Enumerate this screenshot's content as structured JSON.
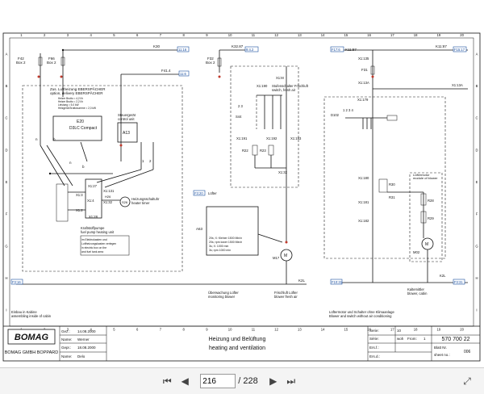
{
  "schematic": {
    "tags": {
      "k30": "K30",
      "k30ref": "11:16",
      "f414": "F41.4",
      "f414ref": "11:6",
      "k3287": "K32.87",
      "k3287ref": "9:4.2",
      "k1187a": "K11:87",
      "k1187aref": "F17:6",
      "k1187b": "K11:87",
      "k1187bref": "F15:17",
      "lufter": "Lüfter",
      "lufterref": "F3:20",
      "bottom_left": "F3:16",
      "bottom_right_a": "F10:31",
      "bottom_right_b": "F3:31"
    },
    "fuses": {
      "f42": "F42",
      "f42b": "Box 2",
      "f66": "F66",
      "f66b": "Box 2",
      "f32": "F32",
      "f32b": "Box 2",
      "f31": "F31"
    },
    "zh_title": "Zus. Luftheizung EBERSPÄCHER",
    "zh_title_en": "option, delivery EBERSPÄCHER",
    "zh_lines": [
      "Heizer Brutto = 4,2 l/h",
      "Heizer Brutto = 2,2 l/h",
      "Leistung = 5,0 kW",
      "Heizgerät Bruttosumme = 2,0 kW"
    ],
    "e20": "E20",
    "d3lc": "D3LC Compact",
    "a13": "A13",
    "steuer": "Steuergerät",
    "steuer_en": "control unit",
    "x127": "X1:27",
    "x131": "X1:131",
    "x14": "X1:4",
    "x13": "X1:3",
    "x132": "X1:32",
    "x128": "X1:28",
    "x12": "X1:2",
    "s26": "S26",
    "h26": "H26",
    "hzs": "Heizungsschaltuhr",
    "hzs_en": "heater timer",
    "kraft": "Kraftstoffpumpe",
    "kraft_en": "fuel pump heating unit",
    "elektro": [
      "im Elektrokasten und",
      "Luftheizungskasten verlegen",
      "in electric box on the",
      "and fuel tank area"
    ],
    "wire_n": "n",
    "wire_b": "b",
    "x1m": "X1:M",
    "x1190": "X1:190",
    "x1191": "X1:191",
    "x1192": "X1:192",
    "x1193": "X1:193",
    "x132b": "X1:32",
    "stufen": "Stufenschalter Frischluft",
    "stufen_en": "switch, fresh air",
    "s44": "S44",
    "r22": "R22",
    "r23": "R23",
    "a63": "A63",
    "m17": "M17",
    "m": "M",
    "monitor_lines": [
      "20s; X: Kleiner 1500  Min/n",
      "20s; rpm lower 1500  Min/n",
      "3s; X: 1000 min",
      "3s; rpm 1000 min"
    ],
    "uberw": "Überwachung Lüfter",
    "uberw_en": "monitoring blower",
    "frisch": "Frischluft Lüfter",
    "frisch_en": "blower fresh air",
    "x1135": "X1:135",
    "x113a": "X1:13A",
    "x1179": "X1:179",
    "x1180": "X1:180",
    "x1181": "X1:181",
    "x1182": "X1:182",
    "d102": "D102",
    "r30": "R30",
    "r31": "R31",
    "r28": "R28",
    "r29": "R29",
    "m02": "M02",
    "luft_motor": "Lüftermotor",
    "luft_motor_en": "module of blower",
    "kalte": "Kaltemittler",
    "kalte_en": "blower, cabin",
    "bot_left": "Einbau in Kabine",
    "bot_left_en": "assembling inside of cabin",
    "bot_right": "Lüftermotor und Schalter      ohne Klimaanlage",
    "bot_right_en": "Blower and switch without air conditioning",
    "k2x": "K2L",
    "k2x2": "K2L",
    "col_numbers": [
      "1",
      "2",
      "3",
      "4",
      "5",
      "6",
      "7",
      "8",
      "9",
      "10",
      "11",
      "12",
      "13",
      "14",
      "15",
      "16",
      "17",
      "18",
      "19",
      "20"
    ],
    "row_letters": [
      "A",
      "B",
      "C",
      "D",
      "E",
      "F",
      "G",
      "H",
      "I"
    ]
  },
  "titleblock": {
    "logo": "BOMAG",
    "company": "BOMAG GMBH BOPPARD",
    "r1": [
      "Gez.:",
      "14.08.2000"
    ],
    "r2": [
      "Name:",
      "Werner"
    ],
    "r3": [
      "Gepr.:",
      "18.08.2000"
    ],
    "r4": [
      "Name:",
      "Delo"
    ],
    "title": "Heizung und Belüftung",
    "subtitle": "heating and ventilation",
    "label_series": "Serie:",
    "label_serie2": "Série:",
    "label_from": "From:",
    "label_ers": "Ers.f.:",
    "label_ersd": "Ers.d.:",
    "label_num": "Blatt Nr.",
    "label_sheet": "sheet no.:",
    "val_series": "10",
    "val_wohe": "woh",
    "val_from": "1",
    "drawing_no": "570 700 22",
    "sheet_no": "006"
  },
  "viewer": {
    "current_page": "216",
    "total_pages": "/ 228"
  }
}
